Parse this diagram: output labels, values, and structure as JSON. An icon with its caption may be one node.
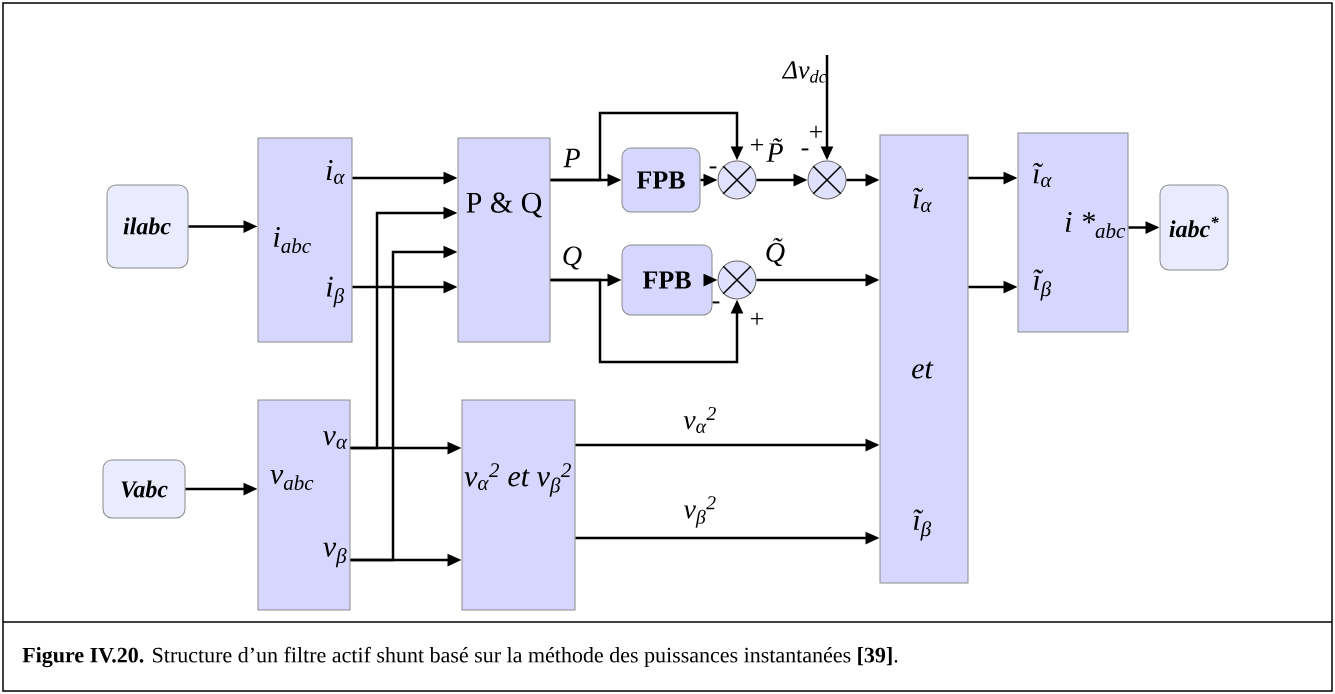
{
  "diagram": {
    "caption": "**Figure IV.20.** Structure d’un filtre actif shunt basé sur la méthode des puissances instantanées **[39]**.",
    "nodes": [
      {
        "text": [
          "ilabc"
        ]
      },
      {
        "text": [
          "i$_{abc}$",
          "i$_{α}$",
          "i$_{β}$"
        ]
      },
      {
        "text": [
          "P & Q"
        ]
      },
      {
        "text": [
          "FPB"
        ]
      },
      {
        "text": [],
        "shape": "circle"
      },
      {
        "text": [],
        "shape": "circle"
      },
      {
        "text": [
          "FPB"
        ]
      },
      {
        "text": [],
        "shape": "circle"
      },
      {
        "text": [
          "ĩ$_{α}$",
          "et",
          "ĩ$_{β}$"
        ]
      },
      {
        "text": [
          "ĩ$_{α}$",
          "ĩ$_{β}$",
          "i *$_{abc}$"
        ]
      },
      {
        "text": [
          "iabc$^{*}$"
        ]
      },
      {
        "text": [
          "Vabc"
        ]
      },
      {
        "text": [
          "v$_{abc}$",
          "v$_{α}$",
          "v$_{β}$"
        ]
      },
      {
        "text": [
          "v$_{α}$$^{2}$ et v$_{β}$$^{2}$"
        ]
      },
      {
        "text": [
          "Δv$_{dc}$"
        ]
      }
    ],
    "edges": [
      {
        "from": 0,
        "to": 1,
        "arrow": "to"
      },
      {
        "from": 1,
        "to": 2,
        "arrow": "to"
      },
      {
        "from": 1,
        "to": 2,
        "arrow": "to"
      },
      {
        "from": 12,
        "to": 2,
        "arrow": "to"
      },
      {
        "from": 12,
        "to": 2,
        "arrow": "to"
      },
      {
        "from": 12,
        "to": 13,
        "arrow": "to"
      },
      {
        "from": 12,
        "to": 13,
        "arrow": "to"
      },
      {
        "from": 11,
        "to": 12,
        "arrow": "to"
      },
      {
        "from": 2,
        "to": 3,
        "arrow": "to",
        "label": "P"
      },
      {
        "from": 2,
        "to": 4,
        "arrow": "to"
      },
      {
        "from": 3,
        "to": 4,
        "arrow": "to"
      },
      {
        "from": 4,
        "to": 5,
        "arrow": "to",
        "label": "P̃"
      },
      {
        "from": 14,
        "to": 5,
        "arrow": "to"
      },
      {
        "from": 5,
        "to": 8,
        "arrow": "to"
      },
      {
        "from": 2,
        "to": 6,
        "arrow": "to",
        "label": "Q"
      },
      {
        "from": 2,
        "to": 7,
        "arrow": "to"
      },
      {
        "from": 6,
        "to": 7,
        "arrow": "to"
      },
      {
        "from": 7,
        "to": 8,
        "arrow": "to",
        "label": "Q̃"
      },
      {
        "from": 13,
        "to": 8,
        "arrow": "to",
        "label": "v$_{α}$$^{2}$"
      },
      {
        "from": 13,
        "to": 8,
        "arrow": "to",
        "label": "v$_{β}$$^{2}$"
      },
      {
        "from": 8,
        "to": 9,
        "arrow": "to"
      },
      {
        "from": 8,
        "to": 9,
        "arrow": "to"
      },
      {
        "from": 9,
        "to": 10,
        "arrow": "to"
      }
    ],
    "labels": [
      "+",
      "-",
      "-",
      "+",
      "-",
      "+"
    ]
  }
}
